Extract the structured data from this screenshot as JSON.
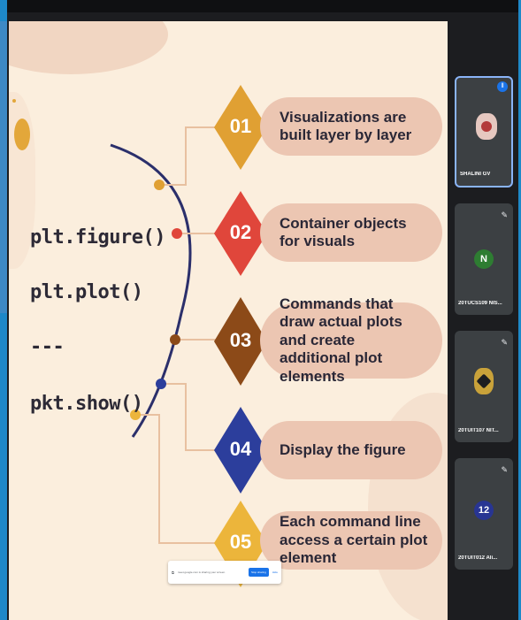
{
  "slide": {
    "code_lines": [
      "plt.figure()",
      "plt.plot()",
      "---",
      "pkt.show()"
    ],
    "steps": [
      {
        "num": "01",
        "text": "Visualizations are built layer by layer",
        "color": "#e0a033"
      },
      {
        "num": "02",
        "text": "Container objects for visuals",
        "color": "#e0463b"
      },
      {
        "num": "03",
        "text": "Commands that draw actual plots and create additional plot elements",
        "color": "#8c4a18"
      },
      {
        "num": "04",
        "text": "Display the figure",
        "color": "#2c3e9c"
      },
      {
        "num": "05",
        "text": "Each command line access a certain plot element",
        "color": "#ecb53b"
      }
    ],
    "colors": {
      "background": "#fbeedd",
      "pill": "#ecc6b2",
      "arc": "#2b2f6b"
    }
  },
  "participants": [
    {
      "name": "SHALINI GV",
      "initial": "",
      "avatar_color": "#b33a3a",
      "speaking": true
    },
    {
      "name": "20TUCS109 NIS...",
      "initial": "N",
      "avatar_color": "#2e7d32",
      "speaking": false
    },
    {
      "name": "20TUIT107 NIT...",
      "initial": "",
      "avatar_color": "#c9a23a",
      "speaking": false
    },
    {
      "name": "20TUIT012 Ali...",
      "initial": "12",
      "avatar_color": "#283593",
      "speaking": false
    }
  ],
  "share_bar": {
    "message": "meet.google.com is sharing your screen.",
    "stop_label": "Stop sharing",
    "hide_label": "Hide"
  }
}
